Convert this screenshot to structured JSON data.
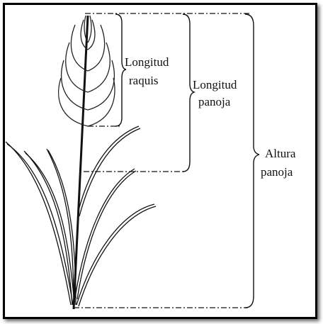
{
  "diagram": {
    "labels": {
      "rachis_length": [
        "Longitud",
        "raquis"
      ],
      "panicle_length": [
        "Longitud",
        "panoja"
      ],
      "panicle_height": [
        "Altura",
        "panoja"
      ]
    },
    "colors": {
      "line": "#111111",
      "background": "#ffffff",
      "border": "#000000"
    }
  }
}
